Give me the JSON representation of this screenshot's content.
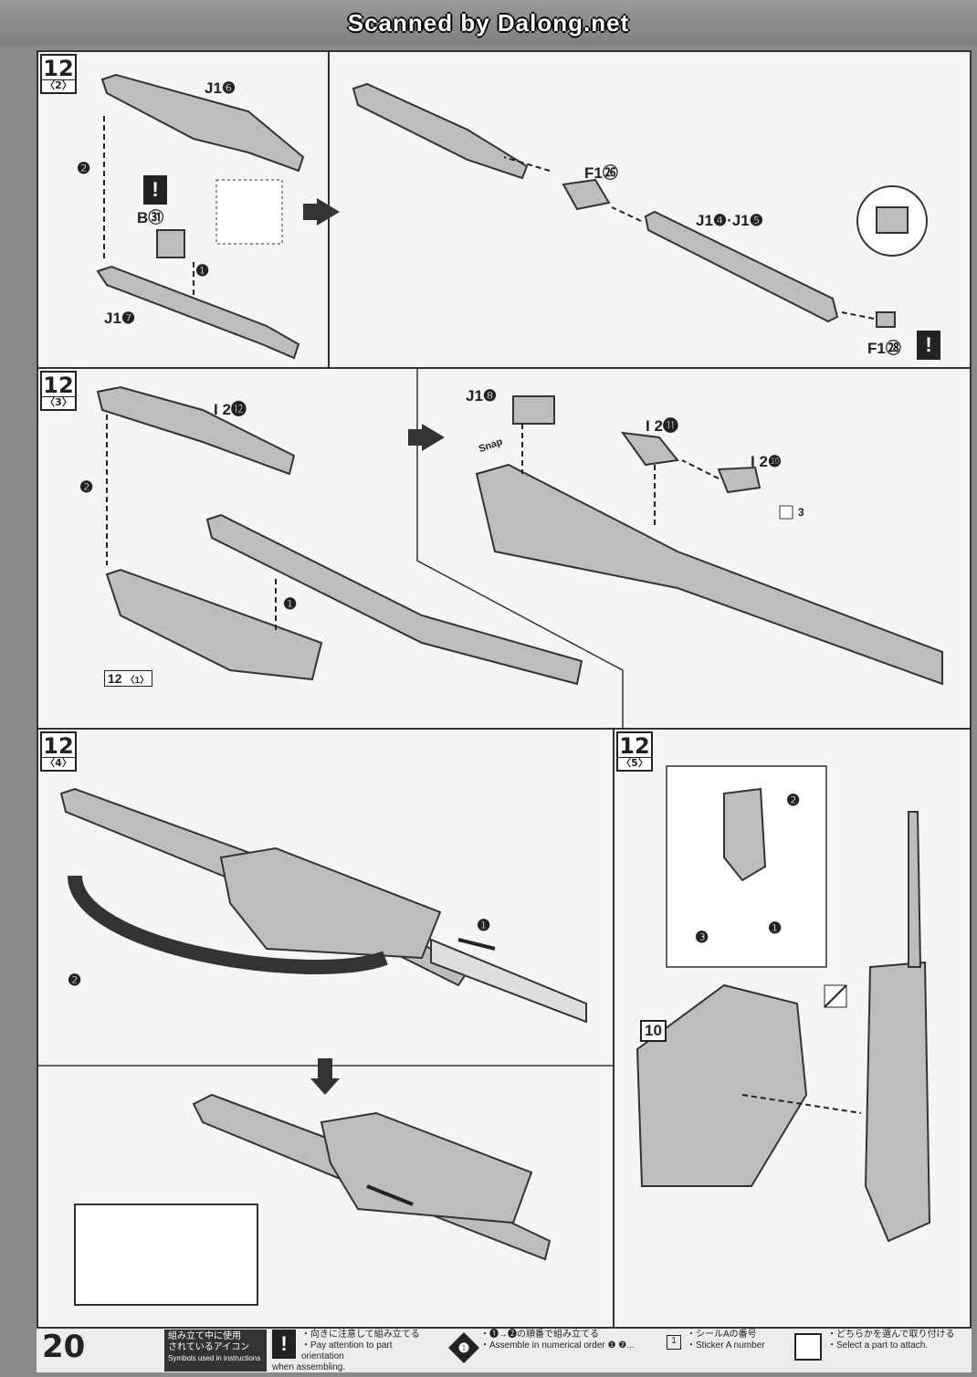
{
  "scan_header": "Scanned by Dalong.net",
  "panels": [
    {
      "step": "12",
      "sub": "〈2〉",
      "labels": {
        "j16": "J1❻",
        "j17": "J1❼",
        "b31": "B㉛",
        "f26": "F1㉖",
        "j14_15": "J1❹·J1❺",
        "f28": "F1㉘"
      },
      "step_marks": [
        "❶",
        "❷"
      ]
    },
    {
      "step": "12",
      "sub": "〈3〉",
      "labels": {
        "i212": "I 2⓬",
        "ref_step": "12",
        "ref_sub": "〈1〉",
        "j18": "J1❽",
        "snap": "Snap",
        "i211": "I 2⓫",
        "i210": "I 2❿",
        "sticker": "3"
      },
      "step_marks": [
        "❶",
        "❷"
      ]
    },
    {
      "step": "12",
      "sub": "〈4〉",
      "step_marks": [
        "❶",
        "❷"
      ]
    },
    {
      "step": "12",
      "sub": "〈5〉",
      "labels": {
        "ref10": "10"
      },
      "step_marks": [
        "❶",
        "❷",
        "❸"
      ]
    }
  ],
  "legend": {
    "page_number": "20",
    "title_jp_1": "組み立て中に使用",
    "title_jp_2": "されているアイコン",
    "title_en": "Symbols used in instructions",
    "caution_jp": "・向きに注意して組み立てる",
    "caution_en_1": "・Pay attention to part orientation",
    "caution_en_2": "when assembling.",
    "order_icon": "❶",
    "order_jp": "・❶→❷の順番で組み立てる",
    "order_en": "・Assemble in numerical order ❶ ❷...",
    "sticker_num": "1",
    "sticker_jp": "・シールAの番号",
    "sticker_en": "・Sticker A number",
    "select_jp": "・どちらかを選んで取り付ける",
    "select_en": "・Select a part to attach.",
    "exclaim": "!"
  }
}
